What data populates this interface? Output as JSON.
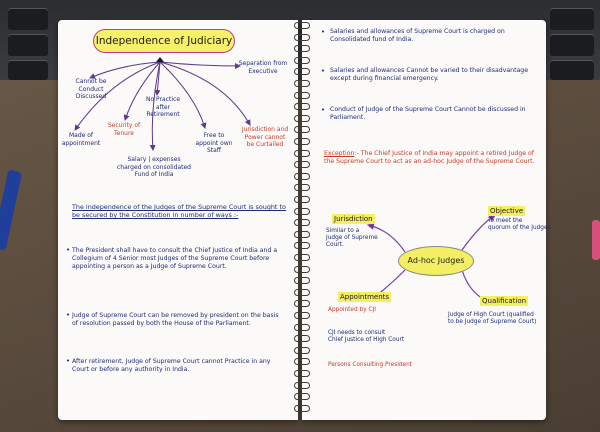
{
  "left": {
    "title": "Independence of Judiciary",
    "branches": {
      "cannot_be_conduct": "Cannot be\nConduct\nDiscussed",
      "separation": "Separation from\nExecutive",
      "made_of_appointment": "Made of\nappointment",
      "security_of_tenure": "Security of\nTenure",
      "no_practice": "No Practice\nafter\nRetirement",
      "free_to_appoint": "Free to\nappoint own\nStaff",
      "jurisdiction_power": "Jurisdiction and\nPower cannot\nbe Curtailed",
      "salary": "Salary | expenses\ncharged on consolidated\nFund of India"
    },
    "intro": "The independence of the Judges of the Supreme Court is sought to be secured by the Constitution in number of ways :-",
    "points": [
      "The President shall have to consult the Chief Justice of India and a Collegium of 4 Senior most Judges of the Supreme Court before appointing a person as a Judge of Supreme Court.",
      "Judge of Supreme Court can be removed by president on the basis of resolution passed by both the House of the Parliament.",
      "After retirement, Judge of Supreme Court cannot Practice in any Court or before any authority in India."
    ]
  },
  "right": {
    "points": [
      "Salaries and allowances of Supreme Court is charged on Consolidated fund of India.",
      "Salaries and allowances Cannot be varied to their disadvantage except during financial emergency.",
      "Conduct of Judge of the Supreme Court Cannot be discussed in Parliament."
    ],
    "exception": {
      "label": "Exception",
      "text": ":- The Chief Justice of India may appoint a retired Judge of the Supreme Court to act as an ad-hoc Judge of the Supreme Court."
    },
    "adhoc": {
      "center": "Ad-hoc Judges",
      "jurisdiction_label": "Jurisdiction",
      "jurisdiction_text": "Similar to a\nJudge of Supreme\nCourt.",
      "objective_label": "Objective",
      "objective_text": "To meet the\nquorum of the Judges",
      "appointments_label": "Appointments",
      "appointments_lines": [
        "Appointed by CJI",
        "CJI needs to consult\nChief Justice of High Court",
        "Persons Consulting President"
      ],
      "qualification_label": "Qualification",
      "qualification_text": "Judge of High Court (qualified\nto be Judge of Supreme Court)"
    }
  },
  "colors": {
    "ink": "#1e2a78",
    "red": "#c73a2a",
    "highlight": "#f4ee62",
    "page": "#fbfaf8"
  }
}
